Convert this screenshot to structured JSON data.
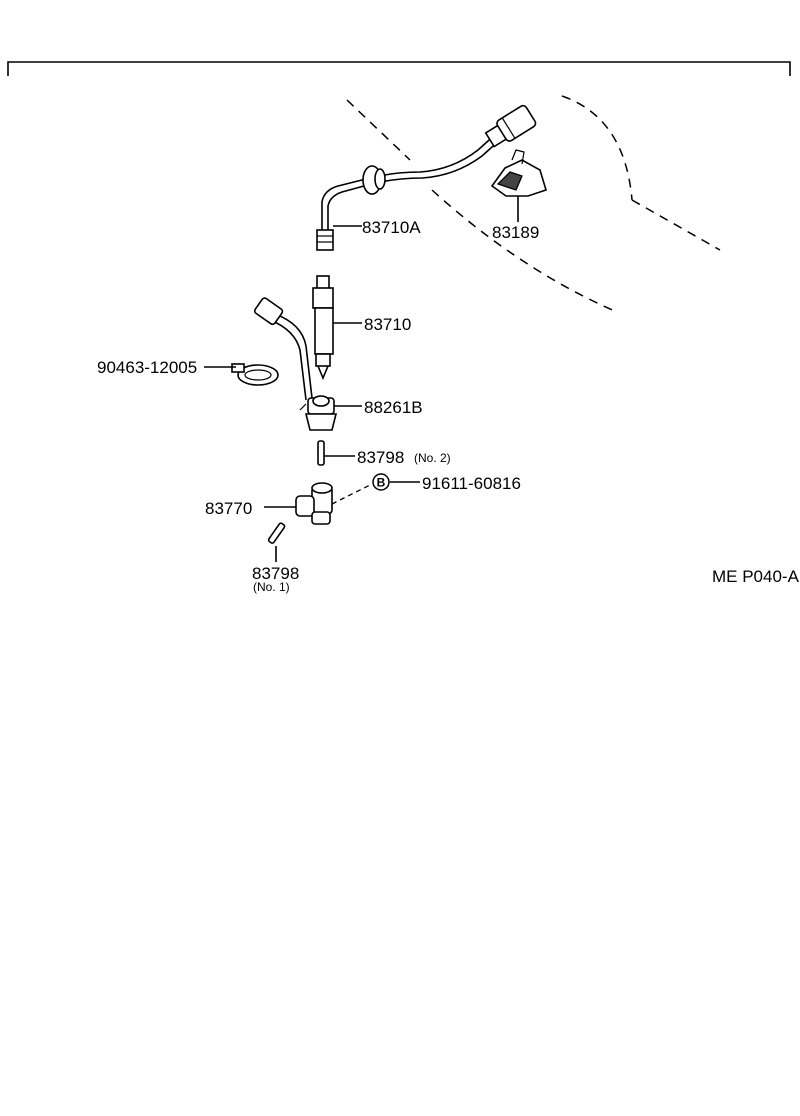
{
  "labels": {
    "p83710A": "83710A",
    "p83189": "83189",
    "p83710": "83710",
    "p90463": "90463-12005",
    "p88261B": "88261B",
    "p83798_2": "83798",
    "p83798_2_note": "(No. 2)",
    "p91611": "91611-60816",
    "p91611_marker": "B",
    "p83770": "83770",
    "p83798_1": "83798",
    "p83798_1_note": "(No. 1)",
    "code": "ME P040-A"
  }
}
